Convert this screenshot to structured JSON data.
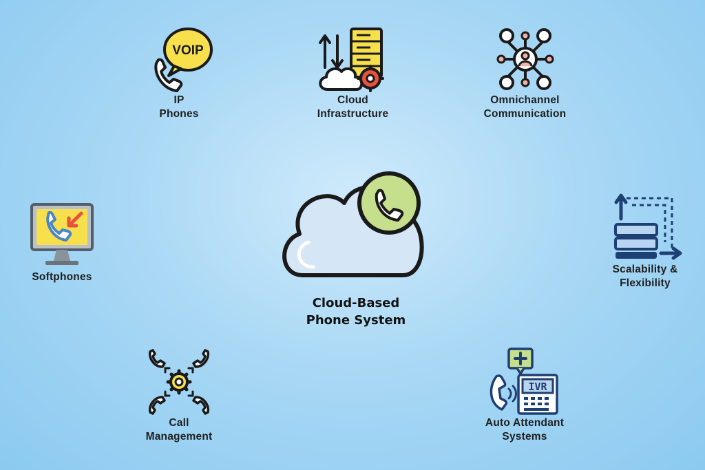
{
  "center": {
    "title_line1": "Cloud-Based",
    "title_line2": "Phone System"
  },
  "nodes": {
    "ip_phones": {
      "line1": "IP",
      "line2": "Phones",
      "badge": "VOIP"
    },
    "cloud_infrastructure": {
      "line1": "Cloud",
      "line2": "Infrastructure"
    },
    "omnichannel": {
      "line1": "Omnichannel",
      "line2": "Communication"
    },
    "softphones": {
      "line1": "Softphones"
    },
    "scalability": {
      "line1": "Scalability &",
      "line2": "Flexibility"
    },
    "call_management": {
      "line1": "Call",
      "line2": "Management"
    },
    "auto_attendant": {
      "line1": "Auto Attendant",
      "line2": "Systems",
      "badge": "IVR"
    }
  },
  "colors": {
    "background": "#a9d8f5",
    "outline": "#1a1a1a",
    "yellow": "#f7e04b",
    "green": "#c6df8c",
    "navy": "#1d3f73",
    "pink": "#f3b2a8",
    "red": "#e8523c"
  }
}
